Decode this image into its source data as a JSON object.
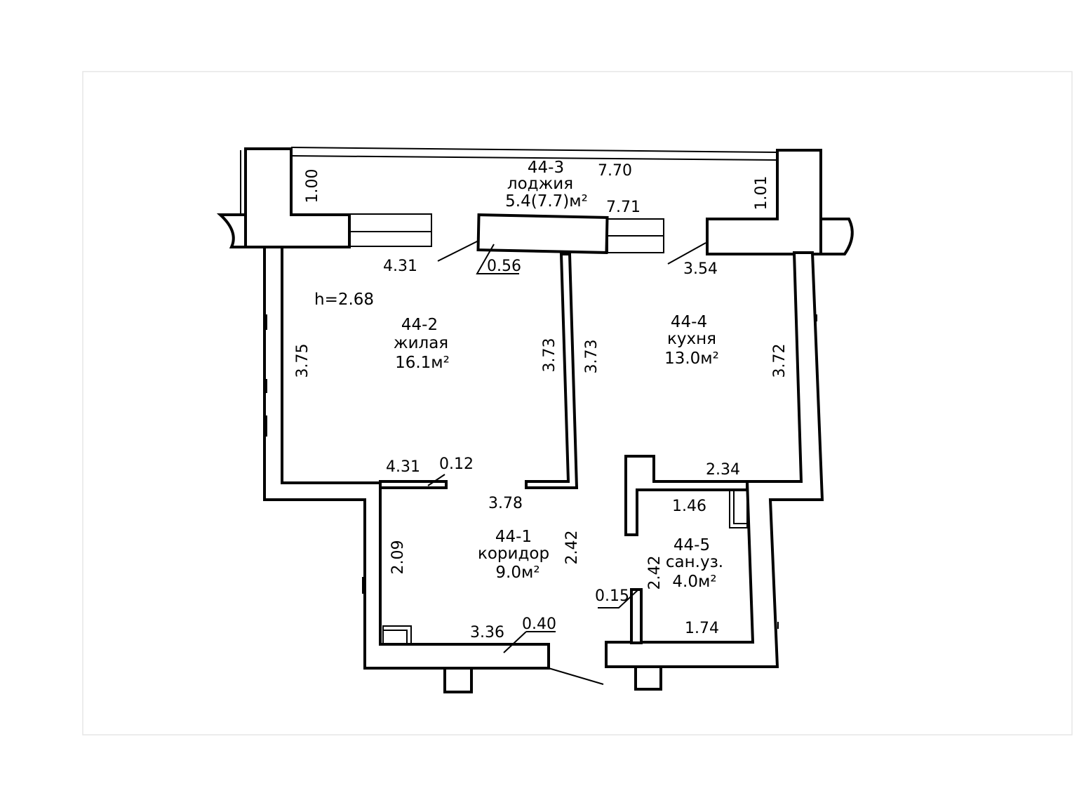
{
  "rooms": {
    "loggia": {
      "id": "44-3",
      "name": "лоджия",
      "area": "5.4(7.7)м²"
    },
    "living": {
      "id": "44-2",
      "name": "жилая",
      "area": "16.1м²"
    },
    "kitchen": {
      "id": "44-4",
      "name": "кухня",
      "area": "13.0м²"
    },
    "corridor": {
      "id": "44-1",
      "name": "коридор",
      "area": "9.0м²"
    },
    "bathroom": {
      "id": "44-5",
      "name": "сан.уз.",
      "area": "4.0м²"
    }
  },
  "height": "h=2.68",
  "dimensions": {
    "loggia_top": "7.70",
    "loggia_bottom": "7.71",
    "loggia_left": "1.00",
    "loggia_right": "1.01",
    "living_top": "4.31",
    "partition_top": "0.56",
    "kitchen_top": "3.54",
    "living_left": "3.75",
    "living_right": "3.73",
    "kitchen_left": "3.73",
    "kitchen_right": "3.72",
    "living_bottom": "4.31",
    "living_partition": "0.12",
    "kitchen_bottom": "2.34",
    "corridor_top": "3.78",
    "bath_top": "1.46",
    "corridor_left": "2.09",
    "corridor_right": "2.42",
    "bath_left": "2.42",
    "bath_partition": "0.15",
    "corridor_bottom": "3.36",
    "corridor_partition": "0.40",
    "bath_bottom": "1.74"
  }
}
